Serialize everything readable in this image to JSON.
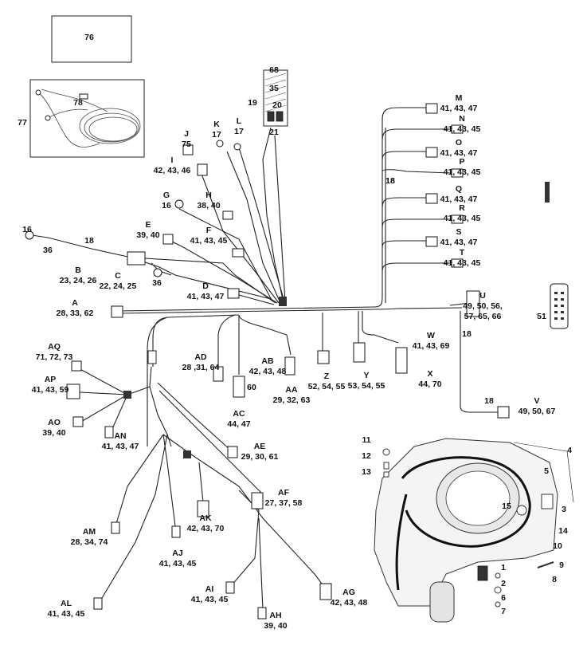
{
  "callouts": [
    {
      "key": "76",
      "parts": ""
    },
    {
      "key": "77",
      "parts": ""
    },
    {
      "key": "78",
      "parts": ""
    },
    {
      "key": "68",
      "parts": ""
    },
    {
      "key": "35",
      "parts": ""
    },
    {
      "key": "19",
      "parts": ""
    },
    {
      "key": "20",
      "parts": ""
    },
    {
      "key": "21",
      "parts": ""
    },
    {
      "key": "J",
      "parts": "75"
    },
    {
      "key": "K",
      "parts": "17"
    },
    {
      "key": "L",
      "parts": "17"
    },
    {
      "key": "I",
      "parts": "42, 43, 46"
    },
    {
      "key": "G",
      "parts": "16"
    },
    {
      "key": "H",
      "parts": "38, 40"
    },
    {
      "key": "E",
      "parts": "39, 40"
    },
    {
      "key": "F",
      "parts": "41, 43, 45"
    },
    {
      "key": "16",
      "parts": ""
    },
    {
      "key": "18",
      "parts": ""
    },
    {
      "key": "36",
      "parts": ""
    },
    {
      "key": "B",
      "parts": "23, 24, 26"
    },
    {
      "key": "C",
      "parts": "22, 24, 25"
    },
    {
      "key": "36",
      "parts": ""
    },
    {
      "key": "D",
      "parts": "41, 43, 47"
    },
    {
      "key": "A",
      "parts": "28, 33, 62"
    },
    {
      "key": "M",
      "parts": "41, 43, 47"
    },
    {
      "key": "N",
      "parts": "41, 43, 45"
    },
    {
      "key": "O",
      "parts": "41, 43, 47"
    },
    {
      "key": "P",
      "parts": "41, 43, 45"
    },
    {
      "key": "18",
      "parts": ""
    },
    {
      "key": "18",
      "parts": ""
    },
    {
      "key": "Q",
      "parts": "41, 43, 47"
    },
    {
      "key": "R",
      "parts": "41, 43, 45"
    },
    {
      "key": "S",
      "parts": "41, 43, 47"
    },
    {
      "key": "T",
      "parts": "41, 43, 45"
    },
    {
      "key": "U",
      "parts": "49, 50, 56,"
    },
    {
      "key": "",
      "parts": "57, 65, 66"
    },
    {
      "key": "51",
      "parts": ""
    },
    {
      "key": "18",
      "parts": ""
    },
    {
      "key": "W",
      "parts": "41, 43, 69"
    },
    {
      "key": "X",
      "parts": "44, 70"
    },
    {
      "key": "18",
      "parts": ""
    },
    {
      "key": "V",
      "parts": "49, 50, 67"
    },
    {
      "key": "Y",
      "parts": "53, 54, 55"
    },
    {
      "key": "Z",
      "parts": "52, 54, 55"
    },
    {
      "key": "AA",
      "parts": "29, 32, 63"
    },
    {
      "key": "AB",
      "parts": "42, 43, 48"
    },
    {
      "key": "60",
      "parts": ""
    },
    {
      "key": "AC",
      "parts": "44, 47"
    },
    {
      "key": "AD",
      "parts": "28 ,31, 64"
    },
    {
      "key": "AQ",
      "parts": "71, 72, 73"
    },
    {
      "key": "AP",
      "parts": "41, 43, 59"
    },
    {
      "key": "AO",
      "parts": "39, 40"
    },
    {
      "key": "AN",
      "parts": "41, 43, 47"
    },
    {
      "key": "AE",
      "parts": "29, 30, 61"
    },
    {
      "key": "AF",
      "parts": "27, 37, 58"
    },
    {
      "key": "AK",
      "parts": "42, 43, 70"
    },
    {
      "key": "AM",
      "parts": "28, 34, 74"
    },
    {
      "key": "AJ",
      "parts": "41, 43, 45"
    },
    {
      "key": "AL",
      "parts": "41, 43, 45"
    },
    {
      "key": "AI",
      "parts": "41, 43, 45"
    },
    {
      "key": "AH",
      "parts": "39, 40"
    },
    {
      "key": "AG",
      "parts": "42, 43, 48"
    },
    {
      "key": "4",
      "parts": ""
    },
    {
      "key": "11",
      "parts": ""
    },
    {
      "key": "12",
      "parts": ""
    },
    {
      "key": "13",
      "parts": ""
    },
    {
      "key": "5",
      "parts": ""
    },
    {
      "key": "15",
      "parts": ""
    },
    {
      "key": "3",
      "parts": ""
    },
    {
      "key": "14",
      "parts": ""
    },
    {
      "key": "10",
      "parts": ""
    },
    {
      "key": "1",
      "parts": ""
    },
    {
      "key": "9",
      "parts": ""
    },
    {
      "key": "2",
      "parts": ""
    },
    {
      "key": "8",
      "parts": ""
    },
    {
      "key": "6",
      "parts": ""
    },
    {
      "key": "7",
      "parts": ""
    }
  ]
}
